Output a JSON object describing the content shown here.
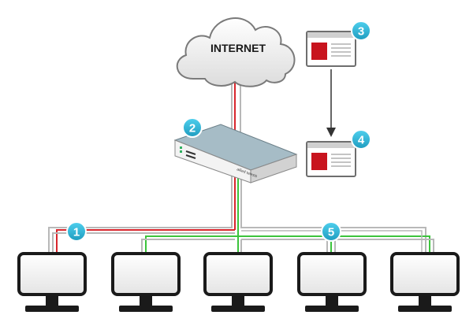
{
  "cloud": {
    "label": "INTERNET",
    "icon": "cloud-icon"
  },
  "switch": {
    "brand": "allied telesis",
    "icon": "network-switch-icon"
  },
  "badges": [
    {
      "number": "1",
      "color": "#2fb5d6"
    },
    {
      "number": "2",
      "color": "#2fb5d6"
    },
    {
      "number": "3",
      "color": "#2fb5d6"
    },
    {
      "number": "4",
      "color": "#2fb5d6"
    },
    {
      "number": "5",
      "color": "#2fb5d6"
    }
  ],
  "documents": [
    {
      "icon": "document-icon"
    },
    {
      "icon": "document-icon"
    }
  ],
  "monitors": [
    {
      "icon": "monitor-icon"
    },
    {
      "icon": "monitor-icon"
    },
    {
      "icon": "monitor-icon"
    },
    {
      "icon": "monitor-icon"
    },
    {
      "icon": "monitor-icon"
    }
  ],
  "colors": {
    "red_link": "#d8262d",
    "green_link": "#3cc43c",
    "grey_link": "#b8b8b8",
    "badge": "#2fb5d6",
    "doc_accent": "#c8141e",
    "switch_top": "#a6bcc6",
    "arrow": "#333333"
  }
}
